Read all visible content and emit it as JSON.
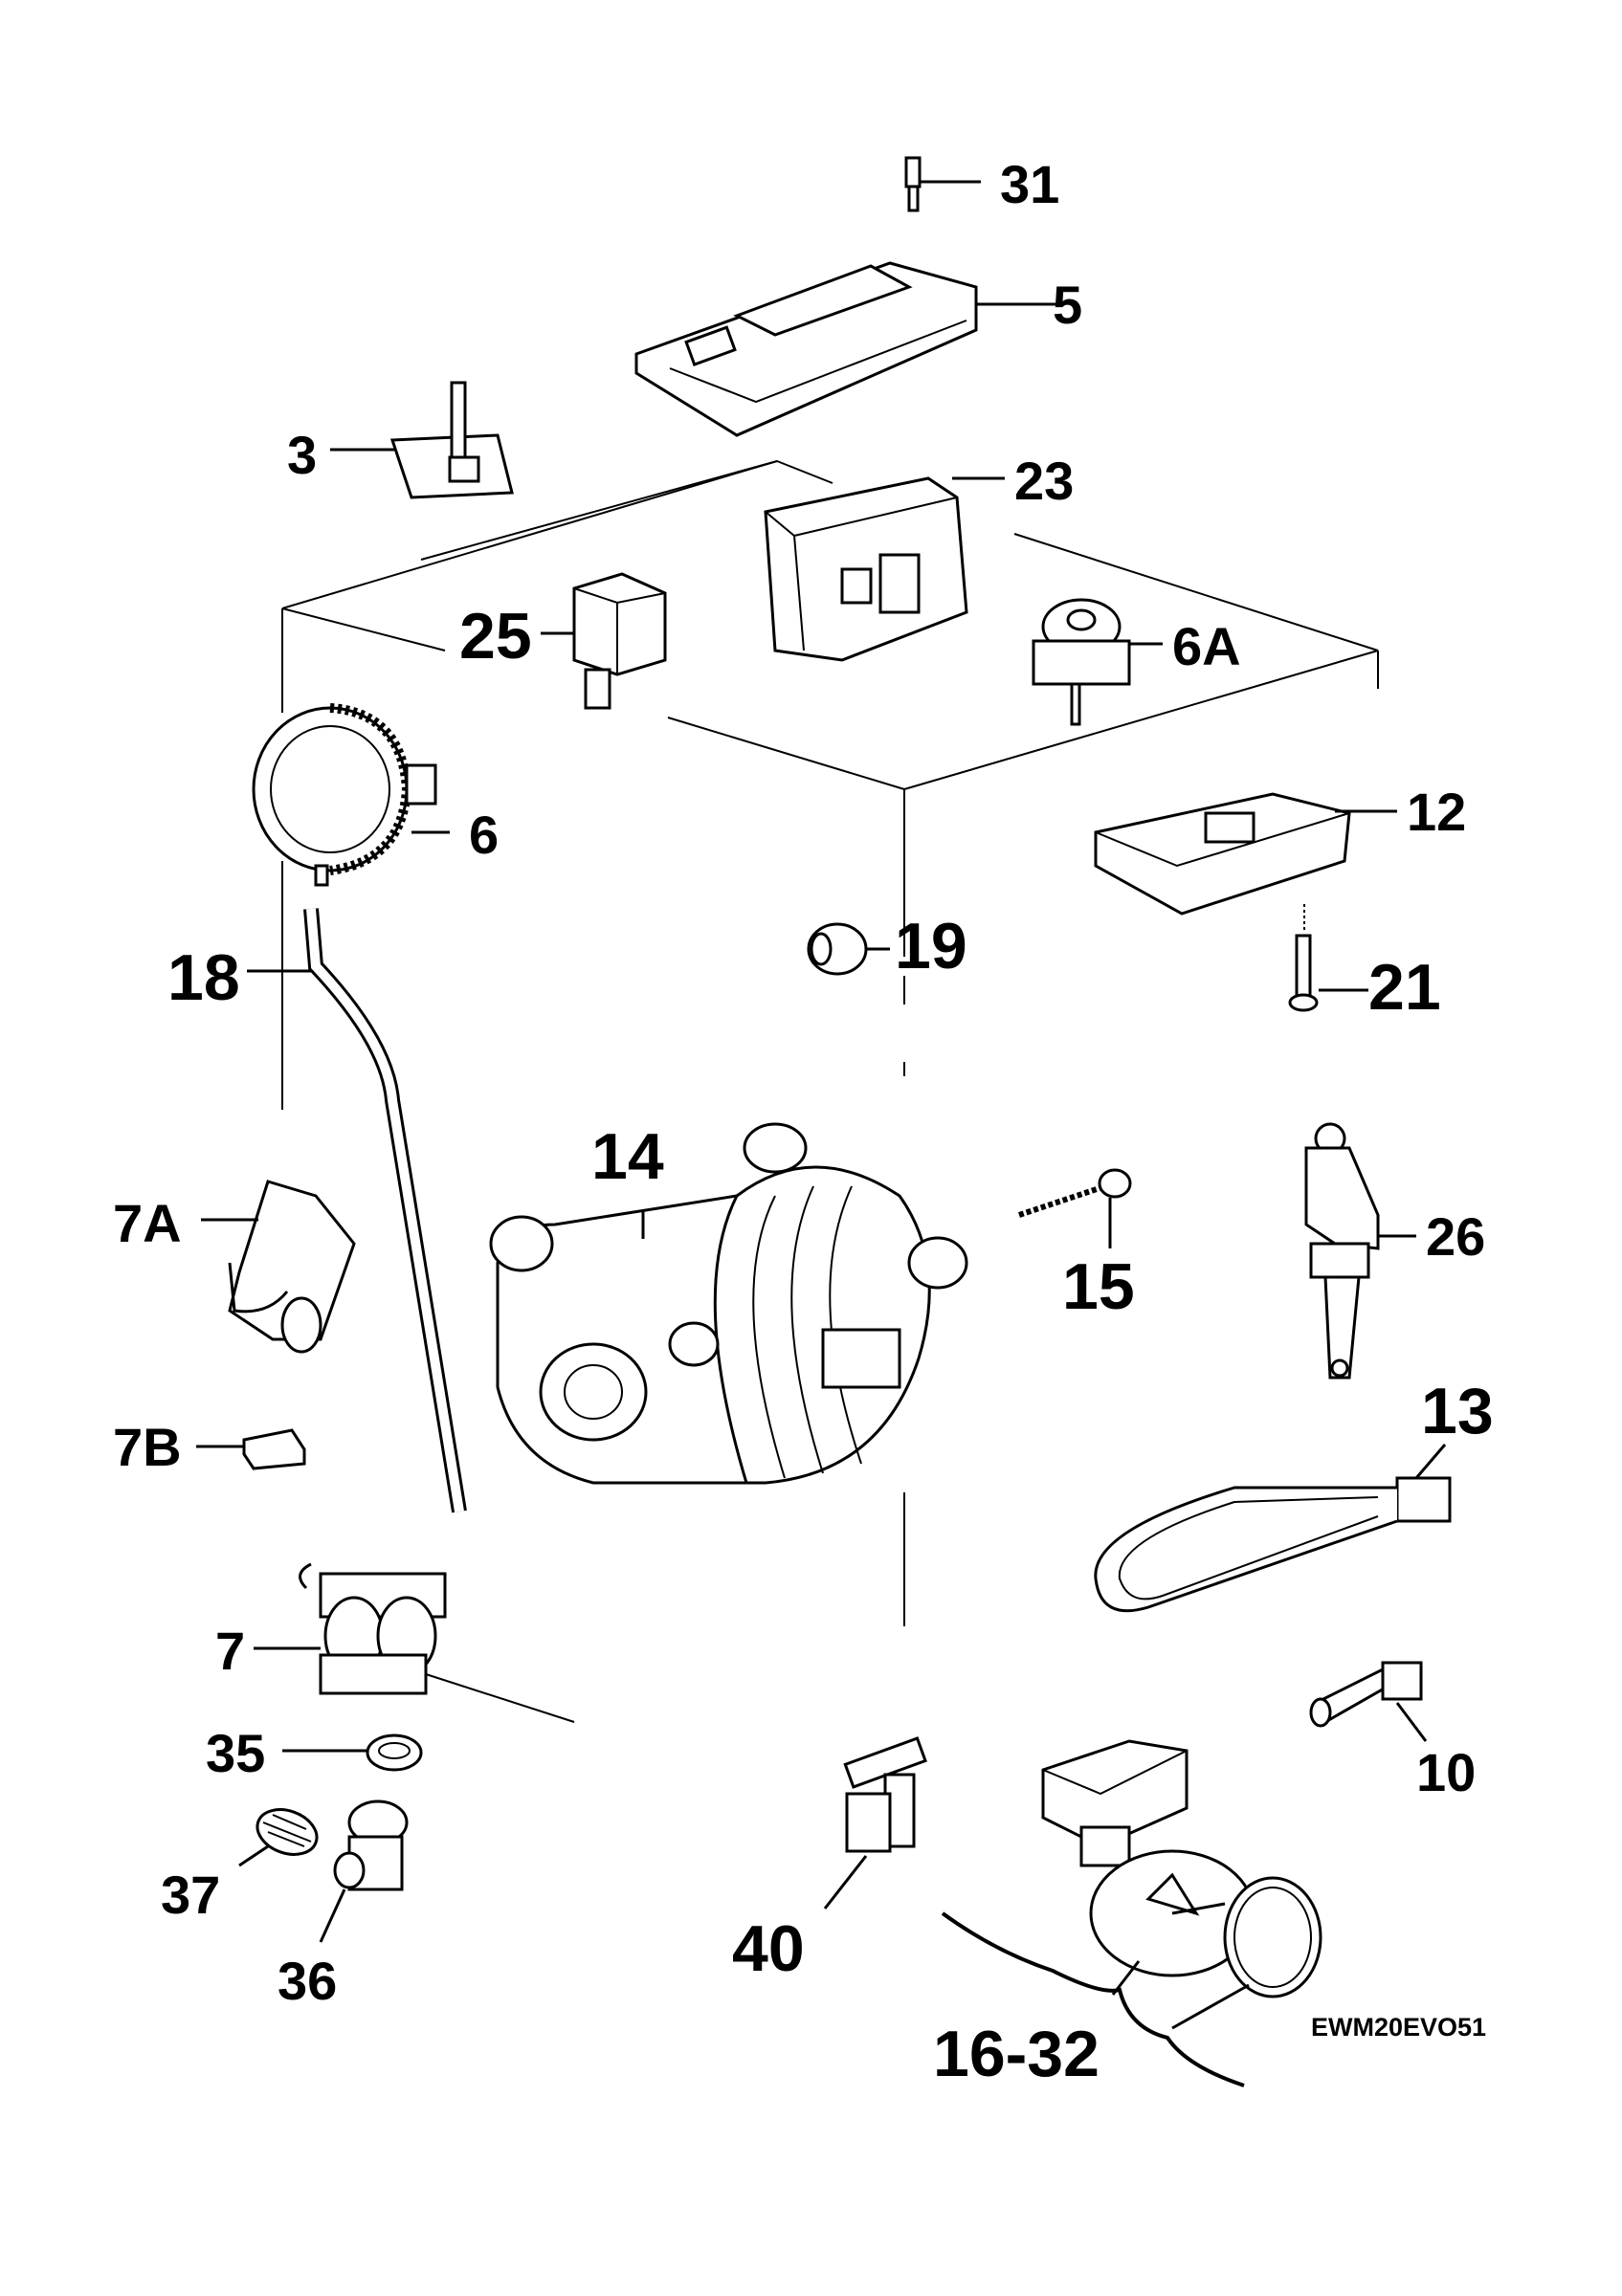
{
  "diagram_code": "EWM20EVO51",
  "parts": [
    {
      "id": "p31",
      "label": "31"
    },
    {
      "id": "p5",
      "label": "5"
    },
    {
      "id": "p3",
      "label": "3"
    },
    {
      "id": "p23",
      "label": "23"
    },
    {
      "id": "p25",
      "label": "25"
    },
    {
      "id": "p6A",
      "label": "6A"
    },
    {
      "id": "p6",
      "label": "6"
    },
    {
      "id": "p12",
      "label": "12"
    },
    {
      "id": "p18",
      "label": "18"
    },
    {
      "id": "p19",
      "label": "19"
    },
    {
      "id": "p21",
      "label": "21"
    },
    {
      "id": "p14",
      "label": "14"
    },
    {
      "id": "p7A",
      "label": "7A"
    },
    {
      "id": "p15",
      "label": "15"
    },
    {
      "id": "p26",
      "label": "26"
    },
    {
      "id": "p7B",
      "label": "7B"
    },
    {
      "id": "p13",
      "label": "13"
    },
    {
      "id": "p7",
      "label": "7"
    },
    {
      "id": "p35",
      "label": "35"
    },
    {
      "id": "p10",
      "label": "10"
    },
    {
      "id": "p37",
      "label": "37"
    },
    {
      "id": "p40",
      "label": "40"
    },
    {
      "id": "p36",
      "label": "36"
    },
    {
      "id": "p16-32",
      "label": "16-32"
    }
  ]
}
